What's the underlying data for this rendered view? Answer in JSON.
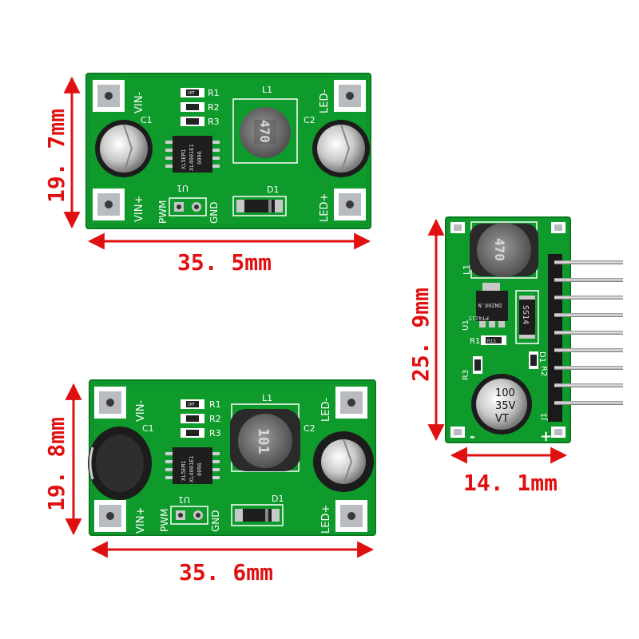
{
  "colors": {
    "pcb": "#0f9a2c",
    "pcb_edge": "#0a7a20",
    "silkscreen": "#ffffff",
    "dimension": "#e01010",
    "pad": "#b8bcc0",
    "chip": "#1e1e1e"
  },
  "module_a": {
    "pads": {
      "vin_minus": "VIN-",
      "vin_plus": "VIN+",
      "led_minus": "LED-",
      "led_plus": "LED+"
    },
    "labels": {
      "c1": "C1",
      "c2": "C2",
      "l1": "L1",
      "r1": "R1",
      "r2": "R2",
      "r3": "R3",
      "d1": "D1",
      "u1": "U1",
      "pwm": "PWM",
      "gnd": "GND"
    },
    "inductor_marking": "470",
    "ic_marking": [
      "XL5EM1",
      "XL4001E1",
      "0096"
    ],
    "smd_marking": "SMT",
    "height_label": "19. 7mm",
    "width_label": "35. 5mm"
  },
  "module_b": {
    "pads": {
      "vin_minus": "VIN-",
      "vin_plus": "VIN+",
      "led_minus": "LED-",
      "led_plus": "LED+"
    },
    "labels": {
      "c1": "C1",
      "c2": "C2",
      "l1": "L1",
      "r1": "R1",
      "r2": "R2",
      "r3": "R3",
      "d1": "D1",
      "u1": "U1",
      "pwm": "PWM",
      "gnd": "GND"
    },
    "inductor_marking": "101",
    "ic_marking": [
      "XL5EM1",
      "XL4001E1",
      "0096"
    ],
    "smd_marking": "SMT",
    "height_label": "19. 8mm",
    "width_label": "35. 6mm"
  },
  "module_c": {
    "labels": {
      "l1": "L1",
      "u1": "U1",
      "r1": "R1",
      "r2": "R2",
      "r3": "R3",
      "d1": "D1",
      "j1": "J1",
      "minus": "-",
      "plus": "+"
    },
    "inductor_marking": "470",
    "ic_marking": [
      "PT4115",
      "DNZ08.N"
    ],
    "diode_marking": "SS14",
    "resistor_marking": "R15",
    "capacitor_marking": [
      "100",
      "35V",
      "VT"
    ],
    "height_label": "25. 9mm",
    "width_label": "14. 1mm"
  }
}
